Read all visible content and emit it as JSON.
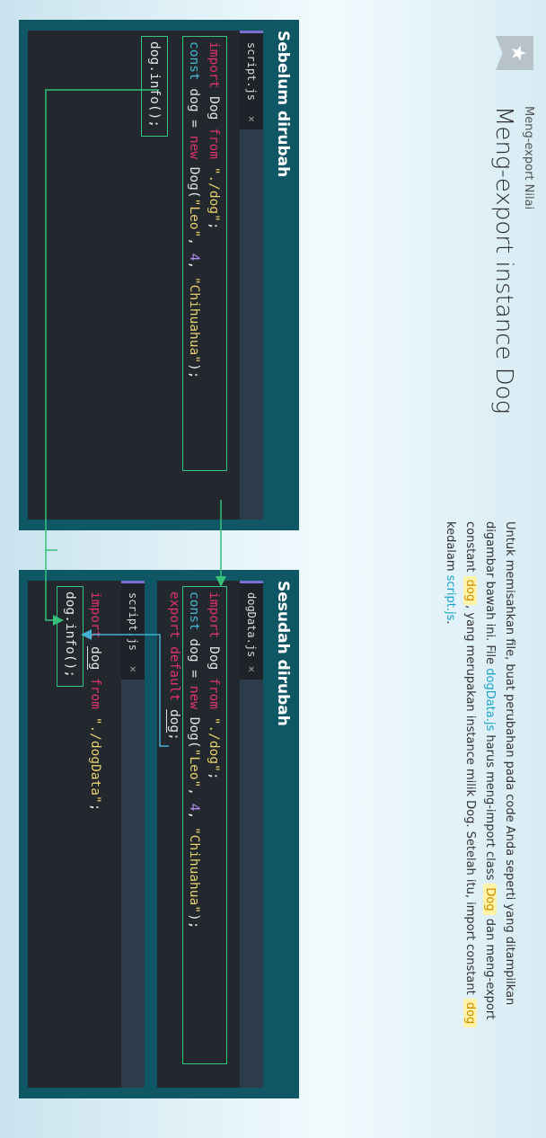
{
  "header": {
    "subtitle": "Meng-export Nilai",
    "title": "Meng-export instance Dog",
    "badge_icon": "star-icon"
  },
  "description": {
    "part1": "Untuk memisahkan file, buat perubahan pada code Anda seperti yang ditampilkan digambar bawah ini. File ",
    "file1": "dogData.js",
    "part2": " harus meng-import class ",
    "class_name": "Dog",
    "part3": " dan meng-export constant ",
    "const1": "dog",
    "part4": ", yang merupakan instance milik Dog. Setelah itu, import constant ",
    "const2": "dog",
    "part5": " kedalam ",
    "file2": "script.js",
    "part6": "."
  },
  "before": {
    "title": "Sebelum dirubah",
    "tab": "script.js",
    "close": "×",
    "line1": {
      "kw": "import",
      "name": " Dog ",
      "from": "from",
      "str": " \"./dog\"",
      "end": ";"
    },
    "line2": {
      "kw": "const",
      "pre": " dog = ",
      "new": "new",
      "mid": " Dog(",
      "s1": "\"Leo\"",
      "c1": ", ",
      "n": "4",
      "c2": ", ",
      "s2": "\"Chihuahua\"",
      "end": ");"
    },
    "line3": "dog.info();"
  },
  "after": {
    "title": "Sesudah dirubah",
    "file1": {
      "tab": "dogData.js",
      "close": "×",
      "line1": {
        "kw": "import",
        "name": " Dog ",
        "from": "from",
        "str": " \"./dog\"",
        "end": ";"
      },
      "line2": {
        "kw": "const",
        "pre": " dog = ",
        "new": "new",
        "mid": " Dog(",
        "s1": "\"Leo\"",
        "c1": ", ",
        "n": "4",
        "c2": ", ",
        "s2": "\"Chihuahua\"",
        "end": ");"
      },
      "line3": {
        "kw": "export default",
        "sp": " ",
        "name": "dog",
        "end": ";"
      }
    },
    "file2": {
      "tab": "script.js",
      "close": "×",
      "line1": {
        "kw": "import",
        "sp": " ",
        "name": "dog",
        "sp2": " ",
        "from": "from",
        "str": " \"./dogData\"",
        "end": ";"
      },
      "line2": "dog.info();"
    }
  },
  "colors": {
    "panel": "#0f5764",
    "editor": "#23272e",
    "highlight_box": "#35c27a",
    "arrow": "#45b0d0",
    "keyword": "#e0336f",
    "string": "#e8d26d",
    "number": "#b38cf0"
  }
}
